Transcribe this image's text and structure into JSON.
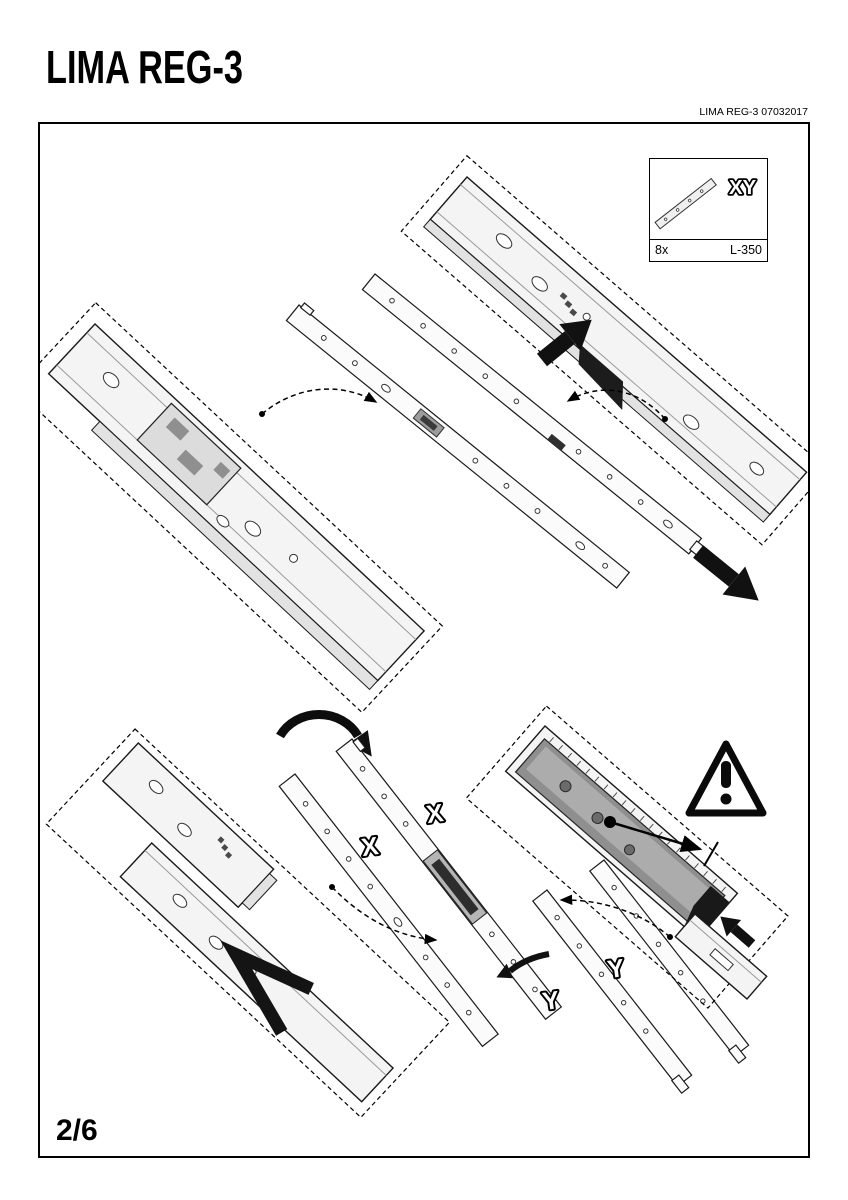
{
  "page": {
    "title": "LIMA REG-3",
    "doc_code": "LIMA REG-3 07032017",
    "page_number": "2/6"
  },
  "legend": {
    "part_label": "XY",
    "quantity": "8x",
    "length": "L-350"
  },
  "rail_labels": {
    "x1": "X",
    "x2": "X",
    "y1": "Y",
    "y2": "Y"
  },
  "icons": {
    "warning": "warning-triangle-exclamation"
  },
  "colors": {
    "ink": "#000000",
    "paper": "#ffffff",
    "rail_fill": "#f4f4f4",
    "dark": "#1a1a1a"
  }
}
